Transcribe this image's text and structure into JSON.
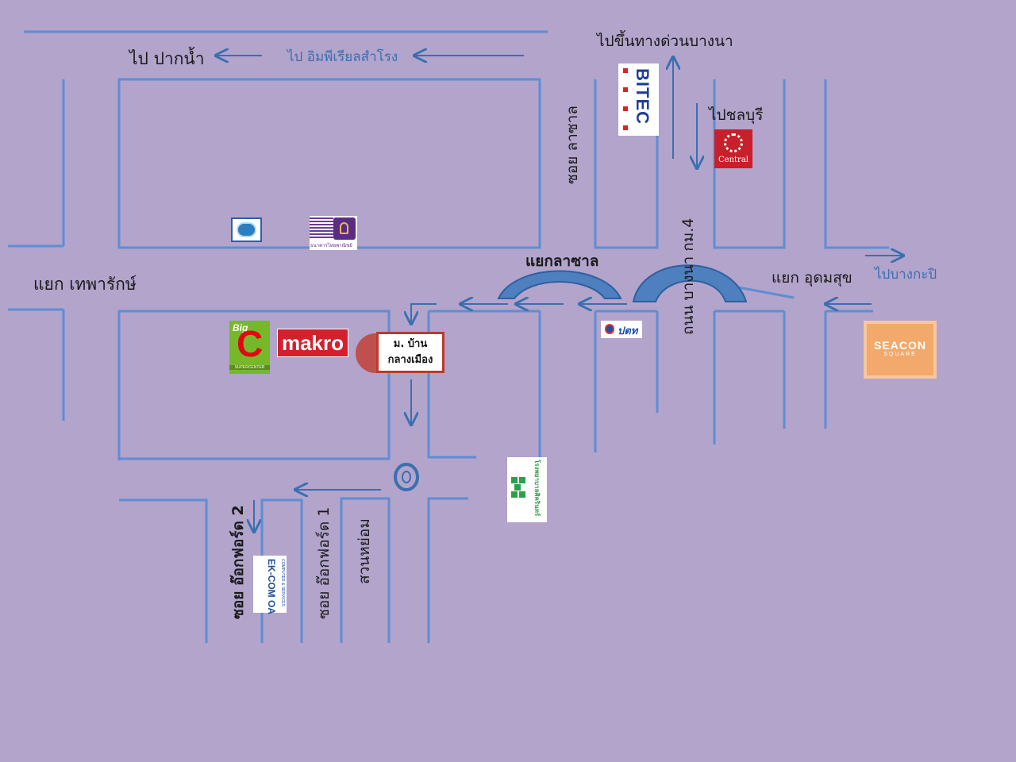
{
  "labels": {
    "to_pak_nam": "ไป ปากน้ำ",
    "to_imperial_samrong": "ไป อิมพีเรียลสำโรง",
    "to_bangna_expressway": "ไปขึ้นทางด่วนบางนา",
    "to_chonburi": "ไปชลบุรี",
    "soi_lasalle": "ซอย ลาซาล",
    "lasalle_intersection": "แยกลาซาล",
    "bangna_road_km4": "ถนน บางนา กม.4",
    "udomsuk_intersection": "แยก อุดมสุข",
    "to_bang_kapi": "ไปบางกะปิ",
    "theparak_intersection": "แยก เทพารักษ์",
    "soi_ekkaphan_2": "ซอย อ๊อกฟอร์ด 2",
    "soi_ekkaphan_1": "ซอย อ๊อกฟอร์ด 1",
    "suan_nong_om": "สวนหย่อม"
  },
  "destination": {
    "line1": "ม. บ้าน",
    "line2": "กลางเมือง"
  },
  "logos": {
    "bitec": "BITEC",
    "central": "Central",
    "bigc_top": "Big",
    "bigc_letter": "C",
    "bigc_sub": "SUPERCENTER",
    "makro": "makro",
    "ptt": "ปตท",
    "seacon": "SEACON",
    "seacon_sub": "SQUARE",
    "ekcom": "EK-COM OA",
    "ekcom_sub": "COMPUTER & SERVICES",
    "scb_caption": "ธนาคารไทยพาณิชย์",
    "hospital": "โรงพยาบาลศิครินทร์"
  },
  "colors": {
    "background": "#b2a4cb",
    "road": "#5f8dd3",
    "arrow": "#3a6fb0",
    "overpass": "#4e7fbf",
    "destination_border": "#c0392b"
  }
}
